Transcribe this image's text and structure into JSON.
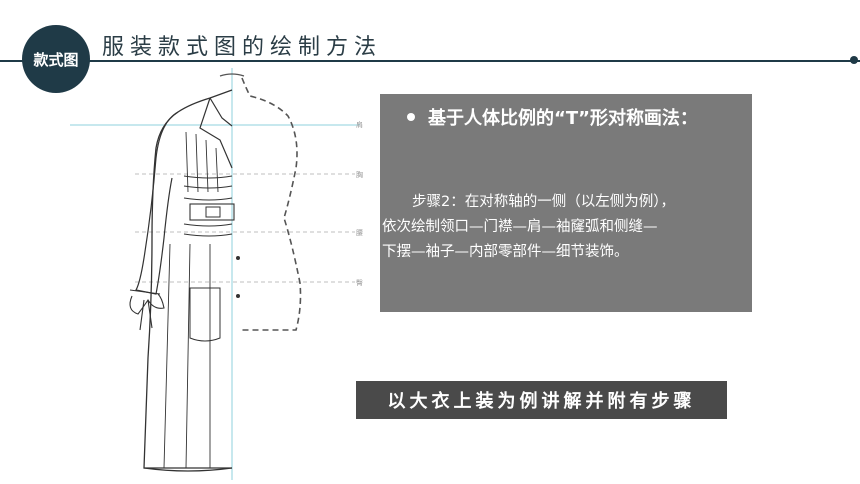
{
  "header": {
    "badge": "款式图",
    "title": "服装款式图的绘制方法"
  },
  "figure": {
    "labels": [
      "肩",
      "胸",
      "腰",
      "臀"
    ]
  },
  "panel": {
    "heading": "基于人体比例的“T”形对称画法：",
    "body_line1": "步骤2：在对称轴的一侧（以左侧为例），",
    "body_line2": "依次绘制领口—门襟—肩—袖窿弧和侧缝—",
    "body_line3": "下摆—袖子—内部零部件—细节装饰。"
  },
  "banner": {
    "text": "以大衣上装为例讲解并附有步骤"
  },
  "colors": {
    "brand": "#1f3a47",
    "panel": "#7a7a7a",
    "banner": "#4a4a4a",
    "guide": "#8fd0dc"
  }
}
